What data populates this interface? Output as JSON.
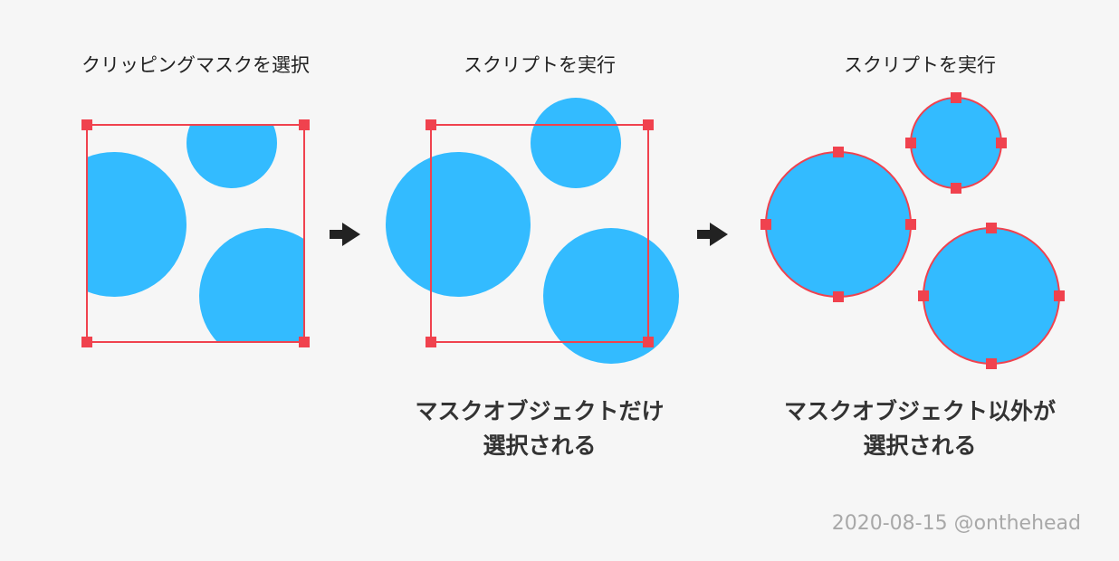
{
  "colors": {
    "background": "#f6f6f6",
    "circle_fill": "#33bbff",
    "selection_red": "#f0424e",
    "arrow": "#222222",
    "credit_gray": "#a8a8a8"
  },
  "panels": [
    {
      "caption": "クリッピングマスクを選択"
    },
    {
      "caption": "スクリプトを実行",
      "note_lines": [
        "マスクオブジェクトだけ",
        "選択される"
      ]
    },
    {
      "caption": "スクリプトを実行",
      "note_lines": [
        "マスクオブジェクト以外が",
        "選択される"
      ]
    }
  ],
  "icons": [
    "arrow-right-icon",
    "arrow-right-icon"
  ],
  "credit": "2020-08-15 @onthehead"
}
